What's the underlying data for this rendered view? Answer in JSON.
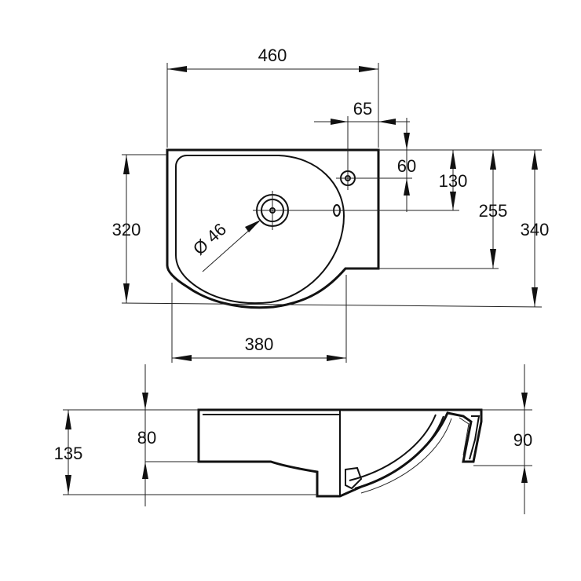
{
  "dimensions": {
    "overall_width": "460",
    "tap_offset": "65",
    "tap_from_top": "60",
    "overflow_from_top": "130",
    "bowl_depth_back": "255",
    "overall_depth": "340",
    "basin_depth_left": "320",
    "drain_diameter": "Ø 46",
    "bowl_width": "380",
    "total_height": "135",
    "rim_height_left": "80",
    "rim_height_right": "90"
  }
}
